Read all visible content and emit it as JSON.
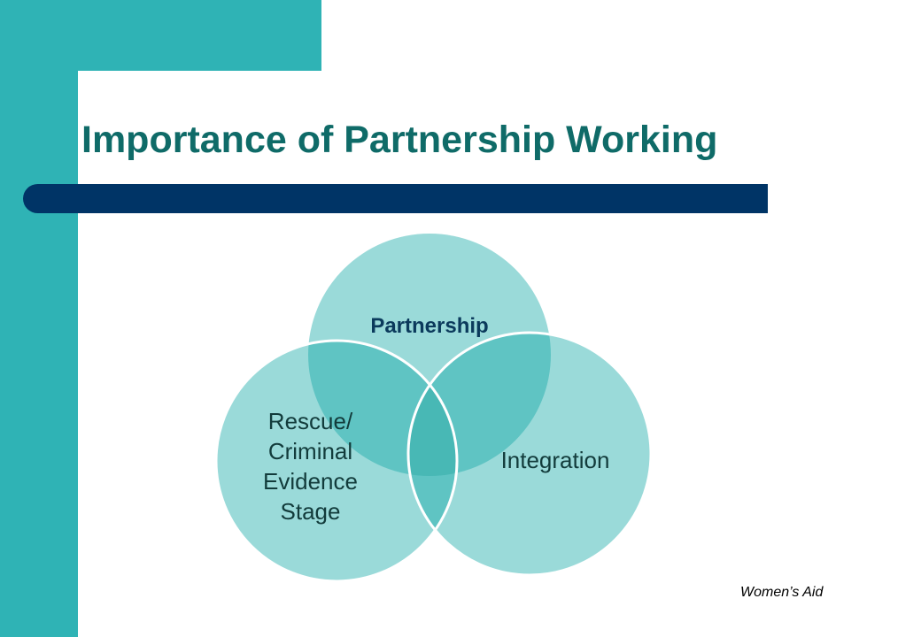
{
  "slide": {
    "title": "Importance of Partnership Working",
    "footer": "Women’s Aid"
  },
  "diagram": {
    "type": "venn",
    "circles": [
      {
        "label": "Partnership"
      },
      {
        "label": "Rescue/ Criminal Evidence Stage"
      },
      {
        "label": "Integration"
      }
    ]
  },
  "colors": {
    "accent_teal": "#2fb3b5",
    "title_text": "#0f6b68",
    "title_bar": "#003466",
    "circle_fill": "#9adad9",
    "overlap_fill": "#5fc4c3",
    "center_fill": "#48b8b5",
    "outline": "#ffffff"
  }
}
